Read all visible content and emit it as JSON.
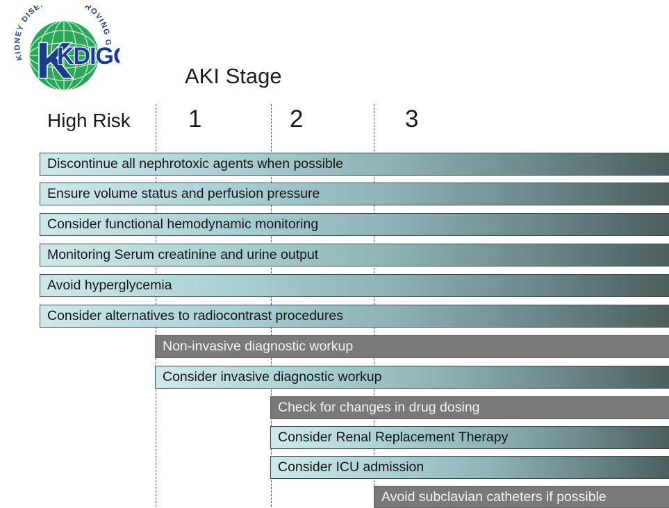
{
  "logo": {
    "letters": "KDIGO",
    "ring_text": "KIDNEY DISEASE · IMPROVING GLOBAL OUTCOMES ®",
    "colors": {
      "globe": "#2aa85a",
      "globe_dark": "#1b7a3e",
      "k": "#1a3d8f",
      "ring": "#1a3d8f"
    }
  },
  "header": {
    "title": "AKI Stage",
    "columns": [
      "High Risk",
      "1",
      "2",
      "3"
    ]
  },
  "colors": {
    "bar_gradient_start": "#cfe9ea",
    "bar_gradient_end": "#4c5f5e",
    "bar_grey": "#797979"
  },
  "recommendations": [
    {
      "text": "Discontinue all nephrotoxic agents when possible",
      "starts_at": "High Risk",
      "style": "gradient"
    },
    {
      "text": "Ensure volume status and perfusion pressure",
      "starts_at": "High Risk",
      "style": "gradient"
    },
    {
      "text": "Consider functional hemodynamic monitoring",
      "starts_at": "High Risk",
      "style": "gradient"
    },
    {
      "text": "Monitoring Serum creatinine and urine output",
      "starts_at": "High Risk",
      "style": "gradient"
    },
    {
      "text": "Avoid hyperglycemia",
      "starts_at": "High Risk",
      "style": "gradient"
    },
    {
      "text": "Consider alternatives to radiocontrast procedures",
      "starts_at": "High Risk",
      "style": "gradient"
    },
    {
      "text": "Non-invasive diagnostic workup",
      "starts_at": "1",
      "style": "grey"
    },
    {
      "text": "Consider invasive diagnostic workup",
      "starts_at": "1",
      "style": "gradient"
    },
    {
      "text": "Check for changes in drug dosing",
      "starts_at": "2",
      "style": "grey"
    },
    {
      "text": "Consider Renal Replacement Therapy",
      "starts_at": "2",
      "style": "gradient"
    },
    {
      "text": "Consider ICU admission",
      "starts_at": "2",
      "style": "gradient"
    },
    {
      "text": "Avoid subclavian catheters if possible",
      "starts_at": "3",
      "style": "grey"
    }
  ]
}
